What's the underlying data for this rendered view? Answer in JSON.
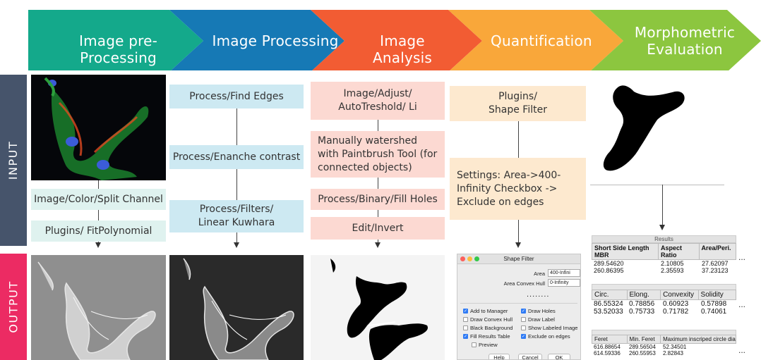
{
  "stages": [
    {
      "label": "Image pre-Processing",
      "color": "#14a98b"
    },
    {
      "label": "Image Processing",
      "color": "#1679b5"
    },
    {
      "label": "Image Analysis",
      "color": "#f25c33"
    },
    {
      "label": "Quantification",
      "color": "#f9a73a"
    },
    {
      "label": "Morphometric Evaluation",
      "color": "#8cc63f"
    }
  ],
  "sidebar": {
    "input_label": "INPUT",
    "input_color": "#46546b",
    "output_label": "OUTPUT",
    "output_color": "#ec2b63"
  },
  "column1": {
    "step1": "Image/Color/Split Channel",
    "step2": "Plugins/ FitPolynomial"
  },
  "column2": {
    "step1": "Process/Find Edges",
    "step2": "Process/Enanche contrast",
    "step3": "Process/Filters/ Linear Kuwhara"
  },
  "column3": {
    "step1": "Image/Adjust/ AutoTreshold/ Li",
    "step2": "Manually watershed with Paintbrush Tool (for connected objects)",
    "step3": "Process/Binary/Fill Holes",
    "step4": "Edit/Invert"
  },
  "column4": {
    "step1": "Plugins/ Shape Filter",
    "step2": "Settings: Area->400-Infinity Checkbox -> Exclude on edges"
  },
  "shape_filter_dialog": {
    "title": "Shape Filter",
    "area_label": "Area",
    "area_value": "400-Infini",
    "convex_label": "Area Convex Hull",
    "convex_value": "0-Infinity",
    "ellipsis": "........",
    "options": [
      {
        "label": "Add to Manager",
        "checked": true
      },
      {
        "label": "Draw Holes",
        "checked": true
      },
      {
        "label": "Draw Convex Hull",
        "checked": false
      },
      {
        "label": "Draw Label",
        "checked": false
      },
      {
        "label": "Black Background",
        "checked": false
      },
      {
        "label": "Show Labeled Image",
        "checked": false
      },
      {
        "label": "Fill Results Table",
        "checked": true
      },
      {
        "label": "Exclude on edges",
        "checked": true
      },
      {
        "label": "Preview",
        "checked": false
      }
    ],
    "buttons": [
      "Help",
      "Cancel",
      "OK"
    ]
  },
  "results1": {
    "title": "Results",
    "headers": [
      "Short Side Length MBR",
      "Aspect Ratio",
      "Area/Peri."
    ],
    "rows": [
      [
        "289.54620",
        "2.10805",
        "27.62097"
      ],
      [
        "260.86395",
        "2.35593",
        "37.23123"
      ]
    ]
  },
  "results2": {
    "headers": [
      "Circ.",
      "Elong.",
      "Convexity",
      "Solidity"
    ],
    "rows": [
      [
        "86.55324",
        "0.78856",
        "0.60923",
        "0.57898"
      ],
      [
        "53.52033",
        "0.75733",
        "0.71782",
        "0.74061"
      ]
    ]
  },
  "results3": {
    "headers": [
      "Feret",
      "Min. Feret",
      "Maximum inscriped circle dia"
    ],
    "rows": [
      [
        "616.88654",
        "289.56504",
        "52.34501"
      ],
      [
        "614.59336",
        "260.55953",
        "2.82843"
      ]
    ]
  },
  "more": "..."
}
